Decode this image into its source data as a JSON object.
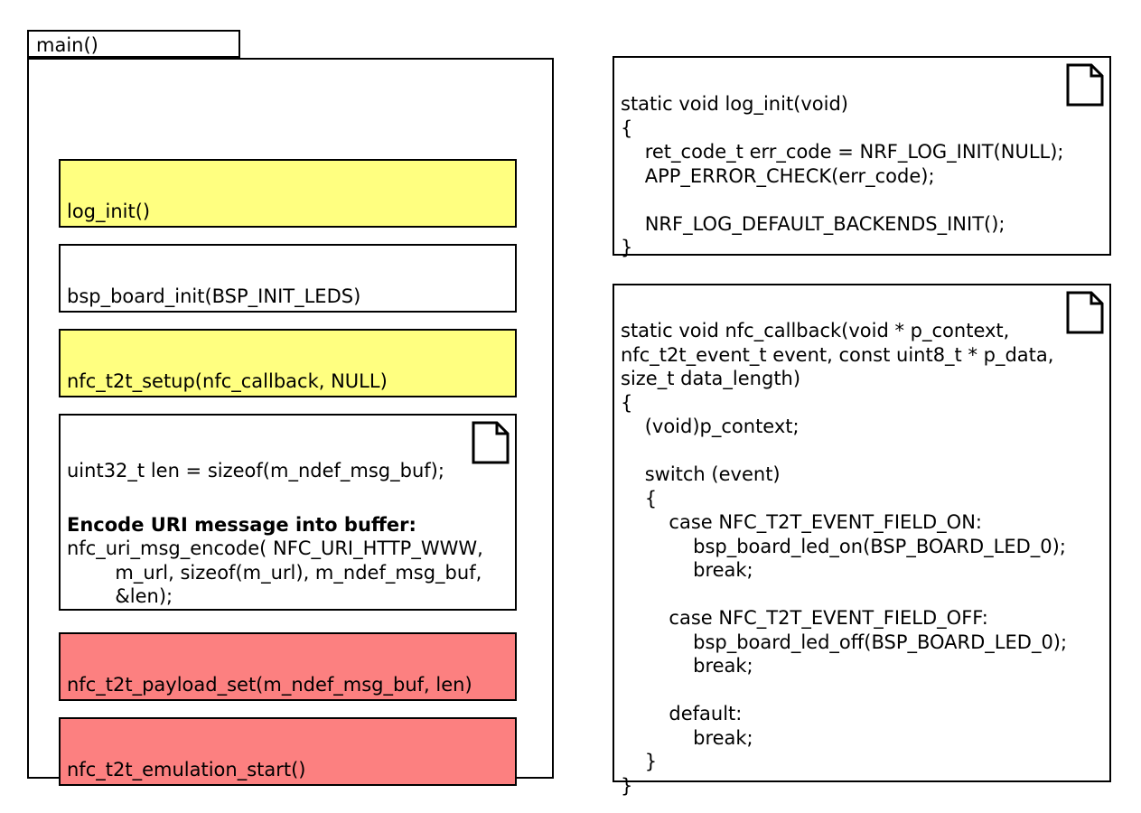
{
  "diagram": {
    "title": "main()",
    "activity_frame_label": "main()",
    "steps": [
      {
        "name": "log-init",
        "text": "log_init()",
        "fill": "#ffff80",
        "has_note_icon": false
      },
      {
        "name": "bsp-board-init",
        "text": "bsp_board_init(BSP_INIT_LEDS)",
        "fill": "#ffffff",
        "has_note_icon": false
      },
      {
        "name": "nfc-t2t-setup",
        "text": "nfc_t2t_setup(nfc_callback, NULL)",
        "fill": "#ffff80",
        "has_note_icon": false
      },
      {
        "name": "encode-uri",
        "line1": "uint32_t len = sizeof(m_ndef_msg_buf);",
        "heading": "Encode URI message into buffer:",
        "code": "nfc_uri_msg_encode( NFC_URI_HTTP_WWW,\n        m_url, sizeof(m_url), m_ndef_msg_buf,\n        &len);",
        "fill": "#ffffff",
        "has_note_icon": true
      },
      {
        "name": "nfc-t2t-payload-set",
        "text": "nfc_t2t_payload_set(m_ndef_msg_buf, len)",
        "fill": "#fc8080",
        "has_note_icon": false
      },
      {
        "name": "nfc-t2t-emulation-start",
        "text": "nfc_t2t_emulation_start()",
        "fill": "#fc8080",
        "has_note_icon": false
      }
    ],
    "notes": [
      {
        "name": "log-init-note",
        "has_note_icon": true,
        "code": "static void log_init(void)\n{\n    ret_code_t err_code = NRF_LOG_INIT(NULL);\n    APP_ERROR_CHECK(err_code);\n\n    NRF_LOG_DEFAULT_BACKENDS_INIT();\n}"
      },
      {
        "name": "nfc-callback-note",
        "has_note_icon": true,
        "code": "static void nfc_callback(void * p_context,\nnfc_t2t_event_t event, const uint8_t * p_data,\nsize_t data_length)\n{\n    (void)p_context;\n\n    switch (event)\n    {\n        case NFC_T2T_EVENT_FIELD_ON:\n            bsp_board_led_on(BSP_BOARD_LED_0);\n            break;\n\n        case NFC_T2T_EVENT_FIELD_OFF:\n            bsp_board_led_off(BSP_BOARD_LED_0);\n            break;\n\n        default:\n            break;\n    }\n}"
      }
    ],
    "colors": {
      "highlight_yellow": "#ffff80",
      "highlight_red": "#fc8080",
      "border": "#000000",
      "background": "#ffffff"
    },
    "icons": {
      "note_icon": "note-page-icon"
    }
  }
}
